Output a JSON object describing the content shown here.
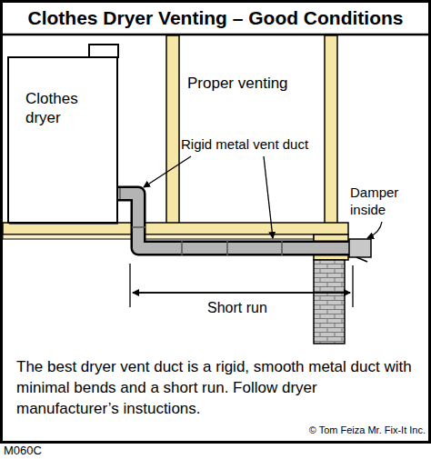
{
  "diagram": {
    "title": "Clothes Dryer Venting – Good Conditions",
    "caption": "The best dryer vent duct is a rigid, smooth metal duct with minimal bends and a short run. Follow dryer manufacturer’s instuctions.",
    "nodes": [
      {
        "text": [
          "Clothes dryer"
        ]
      }
    ],
    "labels": [
      "Proper venting",
      "Rigid metal vent duct",
      "Damper inside",
      "Short run",
      "© Tom Feiza Mr. Fix-It Inc.",
      "M060C"
    ]
  }
}
